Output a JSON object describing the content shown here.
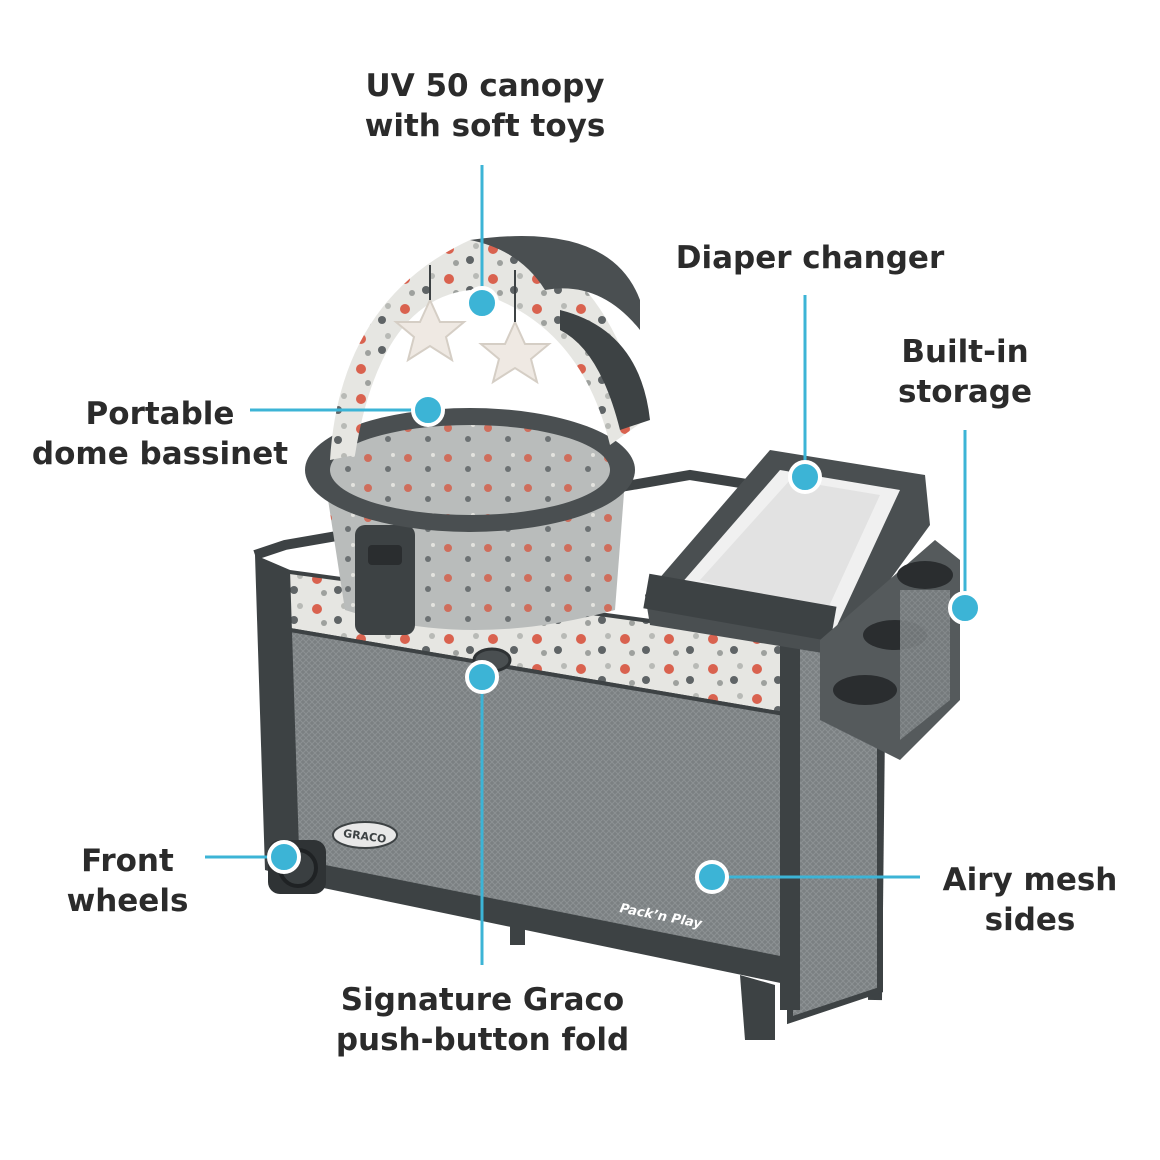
{
  "product": {
    "brand_badge": "GRACO",
    "model_badge": "Pack’n Play"
  },
  "callouts": {
    "canopy": {
      "line1": "UV 50 canopy",
      "line2": "with soft toys"
    },
    "diaper": {
      "line1": "Diaper changer"
    },
    "storage": {
      "line1": "Built-in",
      "line2": "storage"
    },
    "bassinet": {
      "line1": "Portable",
      "line2": "dome bassinet"
    },
    "wheels": {
      "line1": "Front",
      "line2": "wheels"
    },
    "mesh": {
      "line1": "Airy mesh",
      "line2": "sides"
    },
    "fold": {
      "line1": "Signature Graco",
      "line2": "push-button fold"
    }
  },
  "colors": {
    "accent": "#3cb4d6",
    "frame": "#3d4244",
    "fabric": "#6a6f71",
    "pattern_red": "#d9624f",
    "mattress": "#f0f0f0"
  }
}
